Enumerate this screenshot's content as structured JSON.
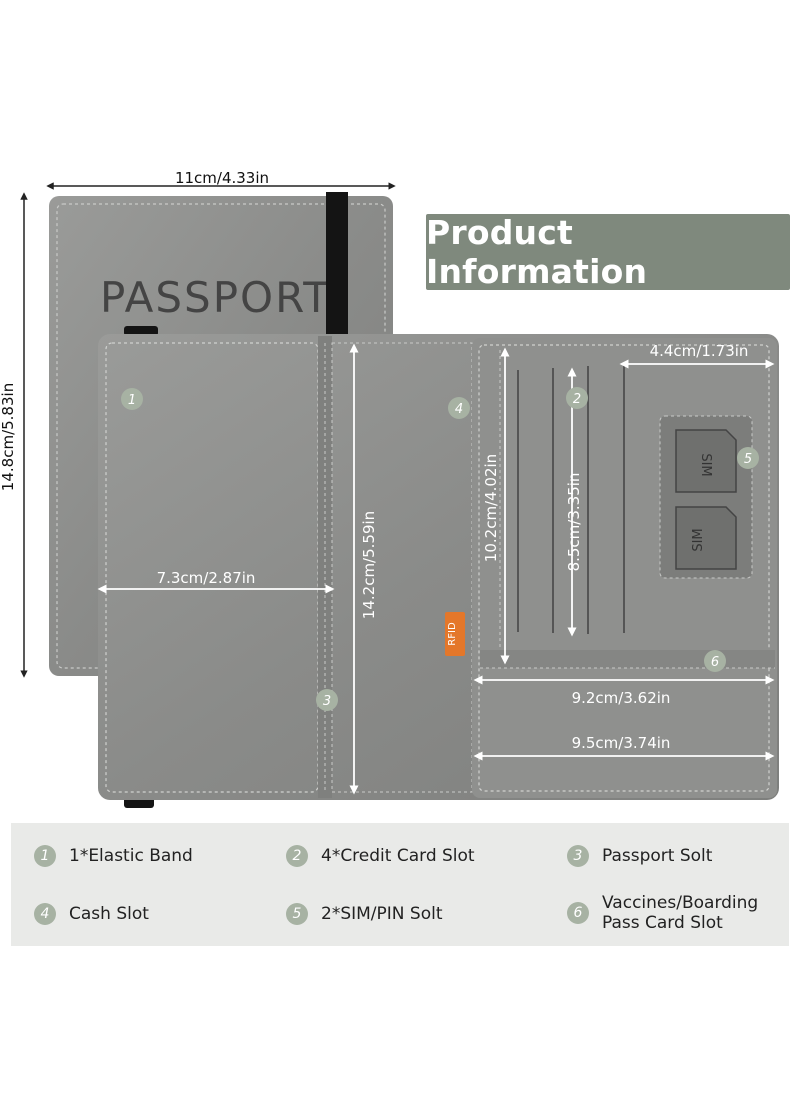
{
  "header": {
    "title": "Product Information"
  },
  "product": {
    "cover_text": "PASSPORT",
    "tag_text": "RFID",
    "sim_label": "SIM"
  },
  "dimensions": {
    "cover_width": "11cm/4.33in",
    "cover_height": "14.8cm/5.83in",
    "left_pocket_width": "7.3cm/2.87in",
    "passport_slot_height": "14.2cm/5.59in",
    "cash_slot_height": "10.2cm/4.02in",
    "card_slot_height": "8.5cm/3.35in",
    "sim_area_width": "4.4cm/1.73in",
    "boarding_slot_width": "9.2cm/3.62in",
    "right_panel_width": "9.5cm/3.74in"
  },
  "markers": [
    "1",
    "2",
    "3",
    "4",
    "5",
    "6"
  ],
  "legend": [
    {
      "num": "1",
      "label": "1*Elastic Band"
    },
    {
      "num": "2",
      "label": "4*Credit Card Slot"
    },
    {
      "num": "3",
      "label": "Passport Solt"
    },
    {
      "num": "4",
      "label": "Cash Slot"
    },
    {
      "num": "5",
      "label": "2*SIM/PIN Solt"
    },
    {
      "num": "6",
      "label": "Vaccines/Boarding Pass Card Slot"
    }
  ],
  "colors": {
    "leather": "#8c8d8c",
    "banner": "#7f897d",
    "marker": "#a7b2a3",
    "tag": "#e4772a",
    "legend_bg": "#e9eae8"
  }
}
